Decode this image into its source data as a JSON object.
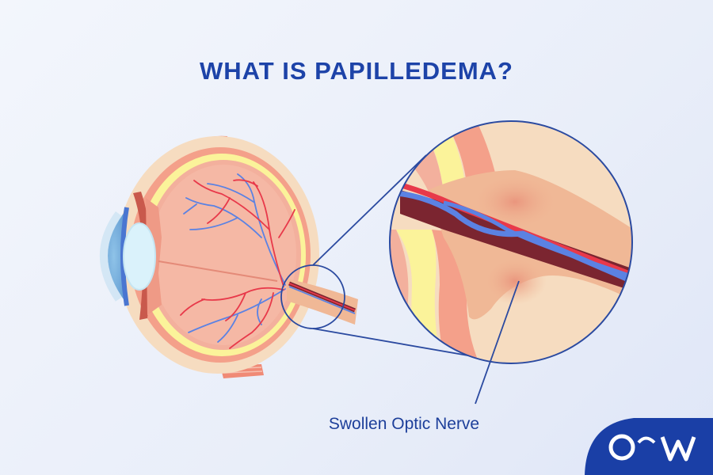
{
  "title": "WHAT IS PAPILLEDEMA?",
  "callout_label": "Swollen Optic Nerve",
  "logo_text": "OW",
  "colors": {
    "title": "#1d43a8",
    "callout_line": "#2b4aa0",
    "logo_bg": "#1a3fa6",
    "sclera_outer": "#f6dcc0",
    "sclera_pink": "#f4a08a",
    "retina_yellow": "#fbf39a",
    "vitreous": "#f3b09d",
    "artery": "#e8394a",
    "vein": "#5b82e3",
    "cornea": "#6aa6d8",
    "lens": "#d9f1fb",
    "nerve": "#f0b896"
  },
  "icons": [
    "eye-anatomy-illustration",
    "magnifier-circle",
    "brand-logo"
  ]
}
